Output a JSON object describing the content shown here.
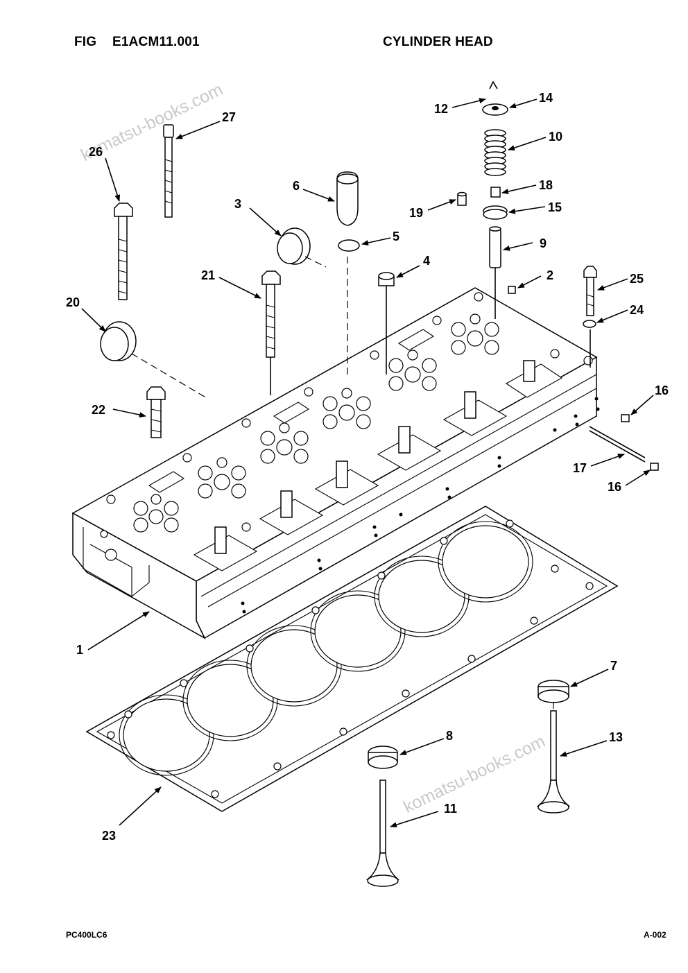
{
  "header": {
    "fig_label": "FIG",
    "fig_code": "E1ACM11.001",
    "title": "CYLINDER HEAD"
  },
  "footer": {
    "model": "PC400LC6",
    "page": "A-002"
  },
  "watermark": "komatsu-books.com",
  "callouts": [
    "1",
    "2",
    "3",
    "4",
    "5",
    "6",
    "7",
    "8",
    "9",
    "10",
    "11",
    "12",
    "13",
    "14",
    "15",
    "16",
    "16",
    "17",
    "18",
    "19",
    "20",
    "21",
    "22",
    "23",
    "24",
    "25",
    "26",
    "27"
  ]
}
